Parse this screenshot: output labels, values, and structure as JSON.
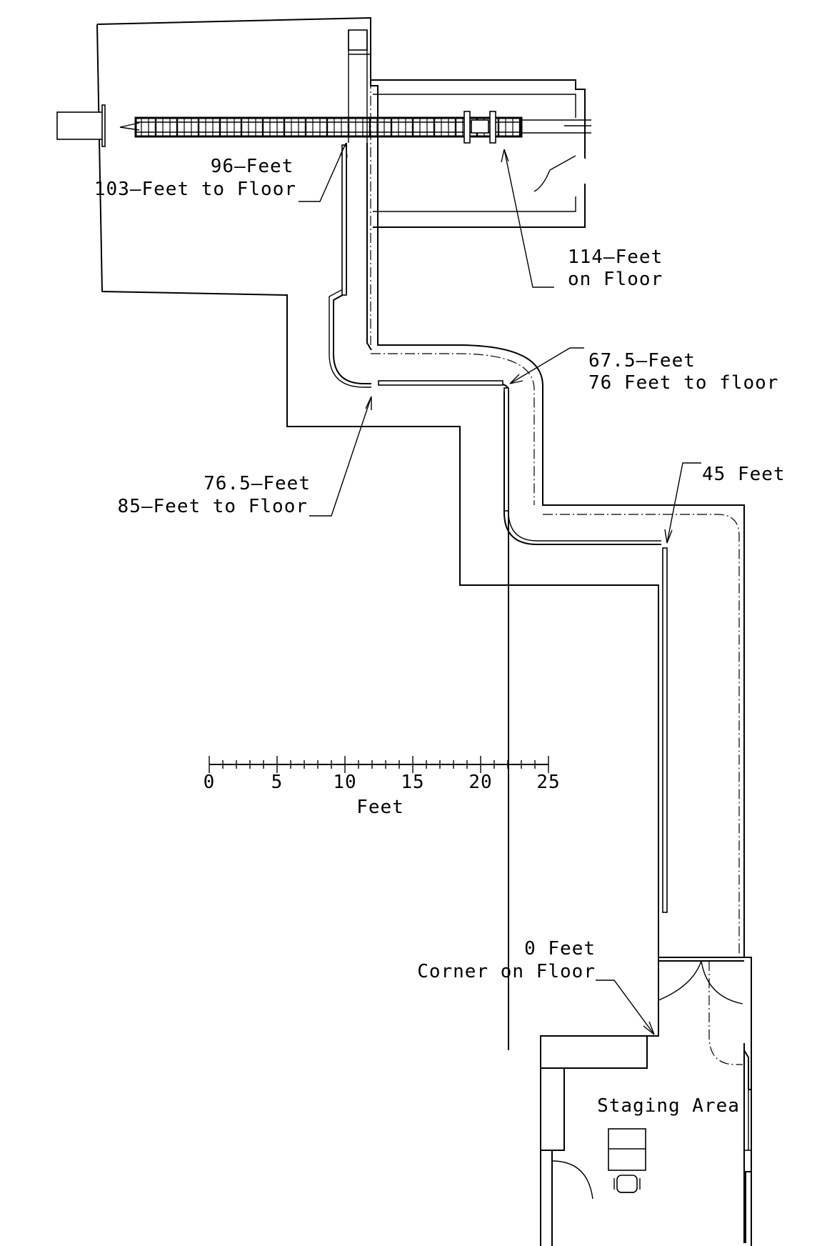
{
  "labels": {
    "l96_line1": "96—Feet",
    "l96_line2": "103—Feet to Floor",
    "l114_line1": "114—Feet",
    "l114_line2": "on Floor",
    "l675_line1": "67.5—Feet",
    "l675_line2": "76 Feet to floor",
    "l765_line1": "76.5—Feet",
    "l765_line2": "85—Feet to Floor",
    "l45": "45 Feet",
    "l0_line1": "0 Feet",
    "l0_line2": "Corner on Floor",
    "staging": "Staging Area"
  },
  "scale_bar": {
    "ticks": [
      "0",
      "5",
      "10",
      "15",
      "20",
      "25"
    ],
    "unit": "Feet"
  }
}
